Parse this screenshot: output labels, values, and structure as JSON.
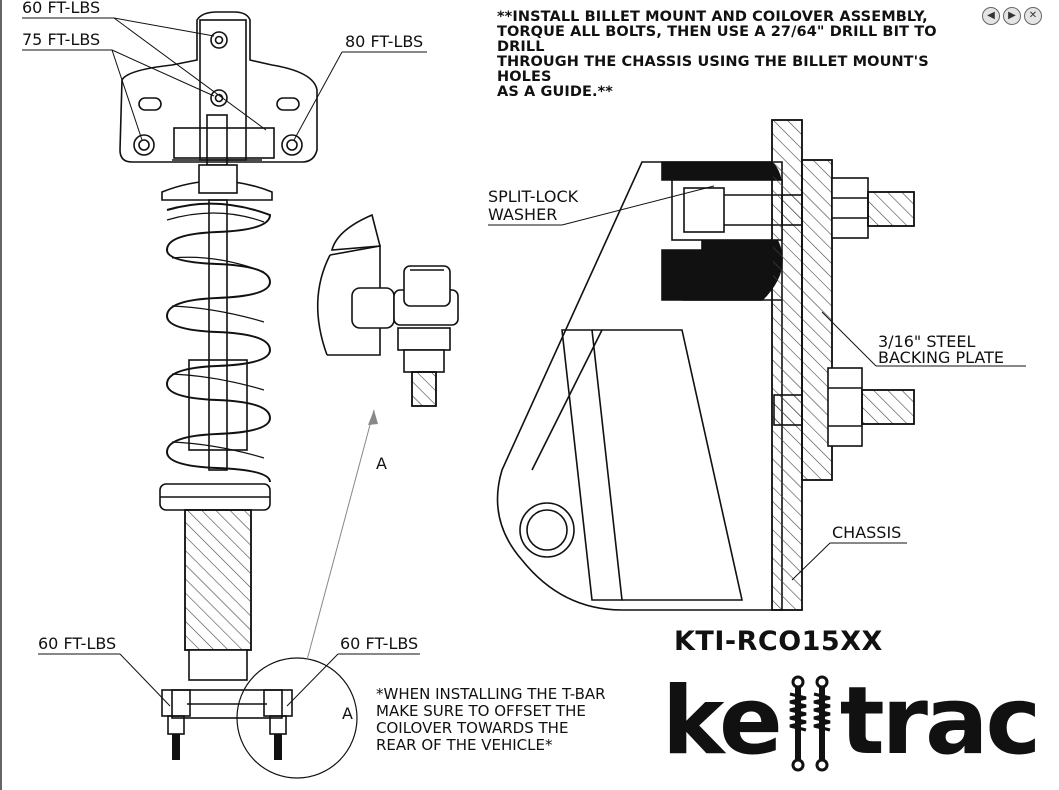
{
  "labels": {
    "torque_60_top": "60 FT-LBS",
    "torque_75": "75 FT-LBS",
    "torque_80": "80 FT-LBS",
    "torque_60_bottom_left": "60 FT-LBS",
    "torque_60_bottom_right": "60 FT-LBS",
    "split_lock_line1": "SPLIT-LOCK",
    "split_lock_line2": "WASHER",
    "backing_line1": "3/16\" STEEL",
    "backing_line2": "BACKING PLATE",
    "chassis": "CHASSIS",
    "detail_a_top": "A",
    "detail_a_bottom": "A"
  },
  "notes": {
    "install_line1": "**INSTALL BILLET MOUNT AND COILOVER ASSEMBLY,",
    "install_line2": "TORQUE ALL BOLTS, THEN USE A 27/64\" DRILL BIT TO DRILL",
    "install_line3": "THROUGH THE CHASSIS USING THE BILLET MOUNT'S HOLES",
    "install_line4": "AS A GUIDE.**",
    "tbar_line1": "*WHEN INSTALLING THE T-BAR",
    "tbar_line2": "MAKE SURE TO OFFSET THE",
    "tbar_line3": "COILOVER TOWARDS THE",
    "tbar_line4": "REAR OF THE VEHICLE*"
  },
  "part_number": "KTI-RCO15XX",
  "logo": {
    "part1": "ke",
    "part2": "trac"
  },
  "controls": {
    "prev_icon": "◀",
    "next_icon": "▶",
    "close_icon": "✕"
  },
  "colors": {
    "ink": "#111111",
    "hatch": "#444444"
  }
}
